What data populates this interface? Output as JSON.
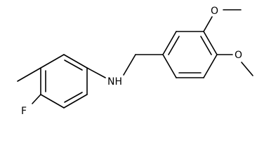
{
  "molecule": {
    "atoms": {
      "nitrogen": "NH",
      "fluorine": "F",
      "oxygen_top": "O",
      "oxygen_bottom": "O"
    }
  }
}
